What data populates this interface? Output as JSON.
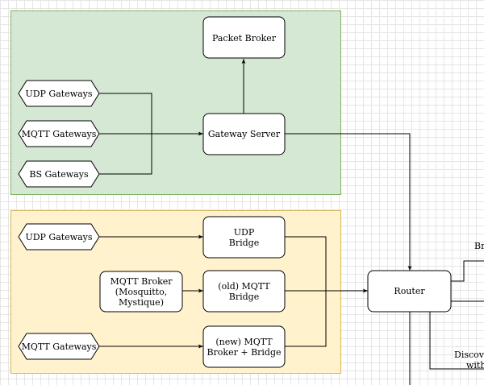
{
  "nodes": {
    "packet_broker": [
      "Packet Broker"
    ],
    "gateway_server": [
      "Gateway Server"
    ],
    "udp_gateways_top": [
      "UDP Gateways"
    ],
    "mqtt_gateways_top": [
      "MQTT Gateways"
    ],
    "bs_gateways": [
      "BS Gateways"
    ],
    "udp_gateways_bottom": [
      "UDP Gateways"
    ],
    "udp_bridge": [
      "UDP",
      "Bridge"
    ],
    "mqtt_broker": [
      "MQTT Broker",
      "(Mosquitto,",
      "Mystique)"
    ],
    "old_mqtt_bridge": [
      "(old) MQTT",
      "Bridge"
    ],
    "mqtt_gateways_bottom": [
      "MQTT Gateways"
    ],
    "new_mqtt_broker_bridge": [
      "(new) MQTT",
      "Broker + Bridge"
    ],
    "router": [
      "Router"
    ]
  },
  "edge_labels": {
    "br_partial": "Br",
    "discover_partial": "Discove",
    "with_partial": "with"
  },
  "colors": {
    "green_fill": "#d5e8d4",
    "green_stroke": "#82b366",
    "yellow_fill": "#fff2cc",
    "yellow_stroke": "#d6b656"
  }
}
